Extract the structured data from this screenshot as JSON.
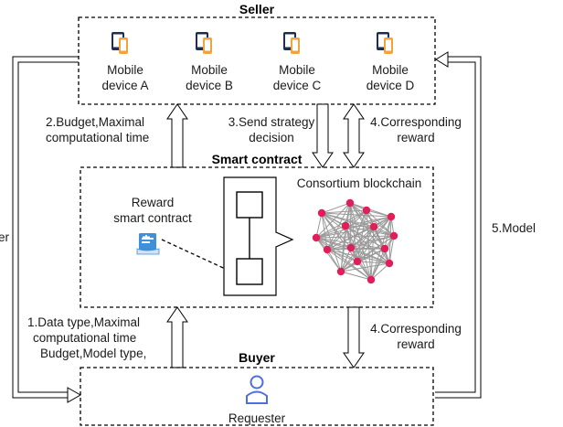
{
  "colors": {
    "device_icon_dark": "#1e2f4d",
    "device_icon_orange": "#f2a33a",
    "node_color": "#e21e5a",
    "edge_color": "#999999",
    "requester_icon": "#4d6fe0",
    "contract_icon": "#3f8fd9"
  },
  "seller": {
    "title": "Seller",
    "devices": [
      {
        "line1": "Mobile",
        "line2": "device A",
        "icon": "mobile-device-icon"
      },
      {
        "line1": "Mobile",
        "line2": "device B",
        "icon": "mobile-device-icon"
      },
      {
        "line1": "Mobile",
        "line2": "device C",
        "icon": "mobile-device-icon"
      },
      {
        "line1": "Mobile",
        "line2": "device D",
        "icon": "mobile-device-icon"
      }
    ]
  },
  "smart_contract": {
    "title": "Smart contract",
    "reward_line1": "Reward",
    "reward_line2": "smart contract",
    "reward_icon": "contract-document-icon",
    "consortium_label": "Consortium blockchain"
  },
  "buyer": {
    "title": "Buyer",
    "requester_label": "Requester",
    "requester_icon": "user-icon"
  },
  "flows": {
    "step2_line1": "2.Budget,Maximal",
    "step2_line2": "computational time",
    "step3_line1": "3.Send strategy",
    "step3_line2": "decision",
    "step4_top_line1": "4.Corresponding",
    "step4_top_line2": "reward",
    "step1_line1": "1.Data type,Maximal",
    "step1_line2": "computational time",
    "step1_line3": "Budget,Model type,",
    "step4_bottom_line1": "4.Corresponding",
    "step4_bottom_line2": "reward",
    "step5": "5.Model",
    "left_clipped": "er"
  }
}
